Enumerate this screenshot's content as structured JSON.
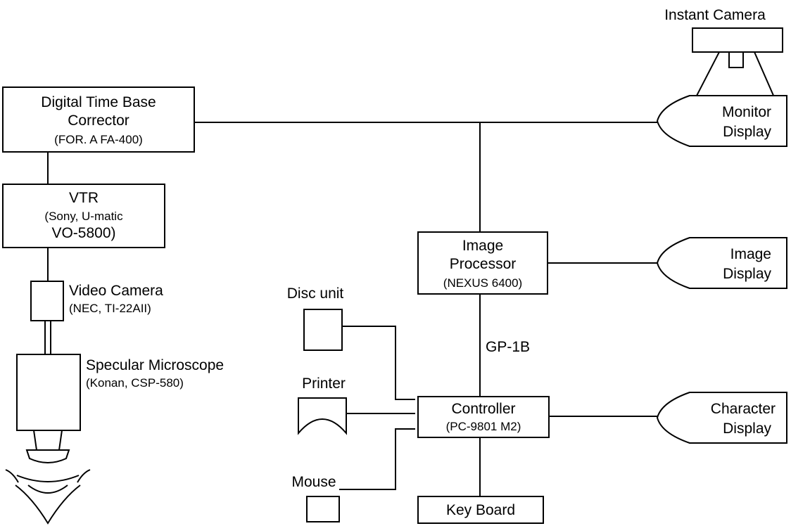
{
  "nodes": {
    "tbc": {
      "line1": "Digital Time Base",
      "line2": "Corrector",
      "line3": "(FOR. A FA-400)"
    },
    "vtr": {
      "line1": "VTR",
      "line2": "(Sony, U-matic",
      "line3": "VO-5800)"
    },
    "video_camera": {
      "line1": "Video Camera",
      "line2": "(NEC, TI-22AII)"
    },
    "specular_microscope": {
      "line1": "Specular Microscope",
      "line2": "(Konan, CSP-580)"
    },
    "instant_camera": {
      "label": "Instant Camera"
    },
    "monitor_display": {
      "line1": "Monitor",
      "line2": "Display"
    },
    "image_processor": {
      "line1": "Image",
      "line2": "Processor",
      "line3": "(NEXUS 6400)"
    },
    "image_display": {
      "line1": "Image",
      "line2": "Display"
    },
    "disc_unit": {
      "label": "Disc unit"
    },
    "printer": {
      "label": "Printer"
    },
    "mouse": {
      "label": "Mouse"
    },
    "controller": {
      "line1": "Controller",
      "line2": "(PC-9801 M2)"
    },
    "character_display": {
      "line1": "Character",
      "line2": "Display"
    },
    "keyboard": {
      "label": "Key Board"
    }
  },
  "edges": {
    "bus_label": "GP-1B"
  }
}
